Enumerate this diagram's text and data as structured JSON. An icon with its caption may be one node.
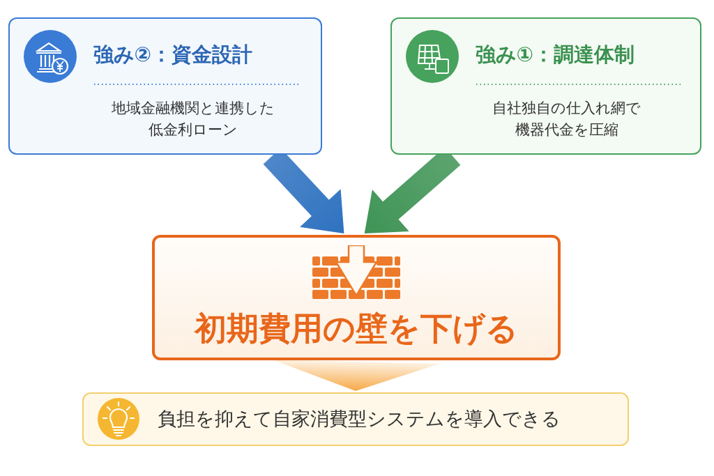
{
  "diagram": {
    "nodes": [
      {
        "text": [
          "強み②：資金設計",
          "地域金融機関と連携した低金利ローン"
        ]
      },
      {
        "text": [
          "強み①：調達体制",
          "自社独自の仕入れ網で機器代金を圧縮"
        ]
      },
      {
        "text": [
          "初期費用の壁を下げる"
        ]
      },
      {
        "text": [
          "負担を抑えて自家消費型システムを導入できる"
        ]
      }
    ],
    "edges": [
      {
        "from": 0,
        "to": 2,
        "arrow": "to",
        "style": "thick",
        "color": "#2f72c0"
      },
      {
        "from": 1,
        "to": 2,
        "arrow": "to",
        "style": "thick",
        "color": "#3f9456"
      },
      {
        "from": 2,
        "to": 3,
        "arrow": "to",
        "style": "thick",
        "color": "#f7a948"
      }
    ]
  }
}
